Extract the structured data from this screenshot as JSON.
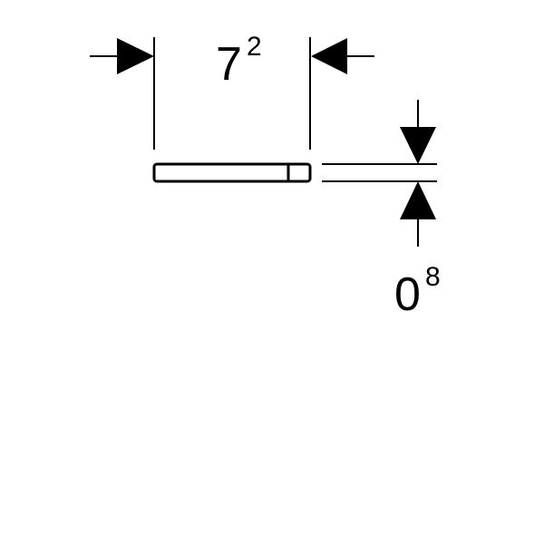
{
  "dimensions": {
    "width": {
      "value": "7",
      "superscript": "2"
    },
    "thickness": {
      "value": "0",
      "superscript": "8"
    }
  },
  "colors": {
    "line": "#000000",
    "background": "#ffffff"
  }
}
